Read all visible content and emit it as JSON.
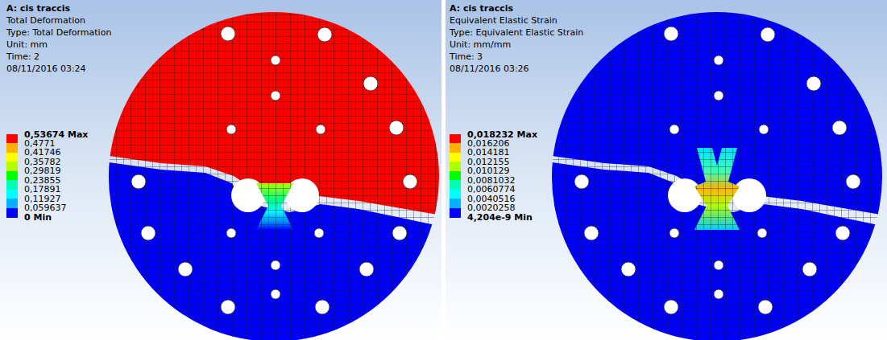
{
  "diagram": {
    "labels": [
      "A: cis traccis",
      "Total Deformation",
      "Type: Total Deformation",
      "Unit: mm",
      "Time: 2",
      "08/11/2016 03:24",
      "0 Min",
      "A: cis traccis",
      "Equivalent Elastic Strain",
      "Type: Equivalent Elastic Strain",
      "Unit: mm/mm",
      "Time: 3",
      "08/11/2016 03:26",
      "4,204e-9 Min"
    ],
    "legend": [
      {
        "text": "0,53674 Max",
        "color": "#ff0000"
      },
      {
        "text": "0,4771",
        "color": "#ffb200"
      },
      {
        "text": "0,41746",
        "color": "#ffff00"
      },
      {
        "text": "0,35782",
        "color": "#b2ff00"
      },
      {
        "text": "0,29819",
        "color": "#00ff00"
      },
      {
        "text": "0,23855",
        "color": "#00ffb2"
      },
      {
        "text": "0,17891",
        "color": "#00ffff"
      },
      {
        "text": "0,11927",
        "color": "#00b2ff"
      },
      {
        "text": "0,059637",
        "color": "#0000ff"
      },
      {
        "text": "0,018232 Max",
        "color": "#ff0000"
      },
      {
        "text": "0,016206",
        "color": "#ffb200"
      },
      {
        "text": "0,014181",
        "color": "#ffff00"
      },
      {
        "text": "0,012155",
        "color": "#b2ff00"
      },
      {
        "text": "0,010129",
        "color": "#00ff00"
      },
      {
        "text": "0,0081032",
        "color": "#00ffb2"
      },
      {
        "text": "0,0060774",
        "color": "#00ffff"
      },
      {
        "text": "0,0040516",
        "color": "#00b2ff"
      },
      {
        "text": "0,0020258",
        "color": "#0000ff"
      }
    ]
  }
}
